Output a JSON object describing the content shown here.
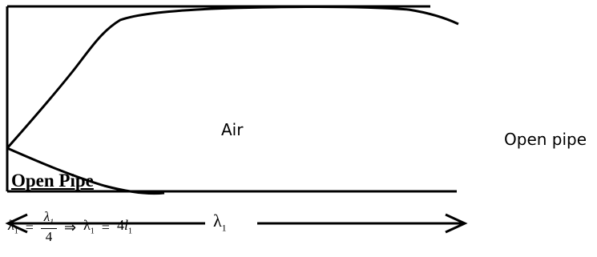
{
  "medium_label": "Air",
  "side_label": "Open pipe",
  "title": "Open Pipe",
  "wavelength": {
    "symbol": "λ",
    "subscript": "1"
  },
  "formula": {
    "lhs": "λ",
    "lhs_sub": "1",
    "eq1": "=",
    "frac_num": "λ",
    "frac_num_sub": "1",
    "frac_den": "4",
    "implies": "⇒",
    "rhs_lambda": "λ",
    "rhs_lambda_sub": "1",
    "eq2": "=",
    "coef": "4",
    "length_symbol": "l",
    "length_sub": "1"
  }
}
